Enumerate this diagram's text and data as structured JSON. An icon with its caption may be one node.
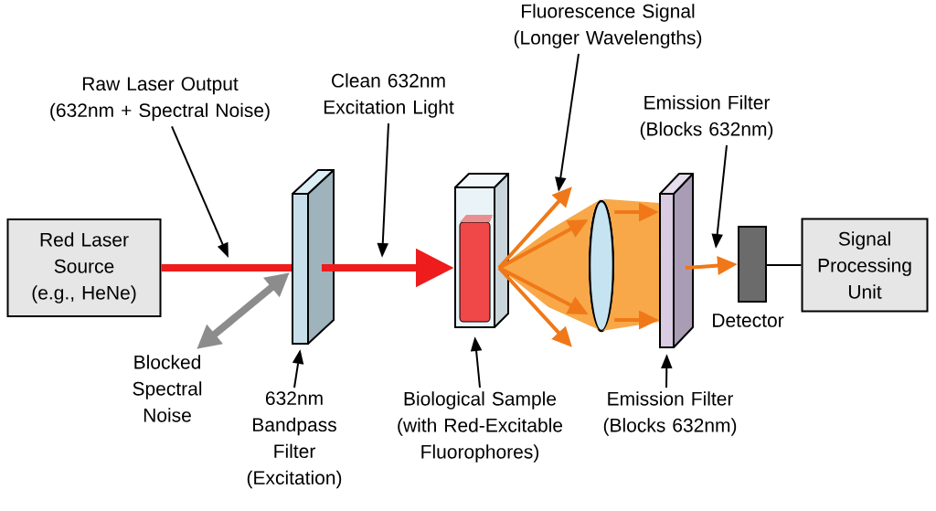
{
  "diagram": {
    "nodes": [
      {
        "text": [
          "Red Laser Source (e.g., HeNe)"
        ]
      },
      {
        "text": [
          "Raw Laser Output (632nm + Spectral Noise)"
        ]
      },
      {
        "text": [
          "Clean 632nm Excitation Light"
        ]
      },
      {
        "text": [
          "Fluorescence Signal (Longer Wavelengths)"
        ]
      },
      {
        "text": [
          "Emission Filter (Blocks 632nm)"
        ]
      },
      {
        "text": [],
        "shape": "box"
      },
      {
        "text": [],
        "shape": "cuvette"
      },
      {
        "text": [],
        "shape": "lens"
      },
      {
        "text": [],
        "shape": "box"
      },
      {
        "text": [],
        "shape": "box",
        "beside": [
          "Detector"
        ]
      },
      {
        "text": [
          "Signal Processing Unit"
        ]
      },
      {
        "text": [
          "Blocked Spectral Noise"
        ]
      },
      {
        "text": [
          "632nm Bandpass Filter (Excitation)"
        ]
      },
      {
        "text": [
          "Biological Sample (with Red-Excitable Fluorophores)"
        ]
      },
      {
        "text": [
          "Emission Filter (Blocks 632nm)"
        ]
      }
    ],
    "edges": [
      {
        "from": 0,
        "to": 5,
        "arrow": "none",
        "style": "thick",
        "color": "#ee1c1c"
      },
      {
        "from": 5,
        "to": 6,
        "arrow": "to",
        "style": "thick",
        "color": "#ee1c1c"
      },
      {
        "from": 5,
        "to": 11,
        "arrow": "both",
        "style": "thick",
        "color": "#8c8c8c"
      },
      {
        "from": 6,
        "to": null,
        "arrow": "to",
        "color": "#f07818"
      },
      {
        "from": 6,
        "to": 7,
        "arrow": "to",
        "color": "#f07818"
      },
      {
        "from": 6,
        "to": null,
        "arrow": "to",
        "color": "#f07818"
      },
      {
        "from": 6,
        "to": 7,
        "arrow": "to",
        "color": "#f07818"
      },
      {
        "from": 7,
        "to": 8,
        "arrow": "to",
        "color": "#f07818"
      },
      {
        "from": 7,
        "to": 8,
        "arrow": "to",
        "color": "#f07818"
      },
      {
        "from": 8,
        "to": 9,
        "arrow": "to",
        "color": "#f07818"
      },
      {
        "from": 9,
        "to": 10,
        "arrow": "none"
      },
      {
        "from": 1,
        "to": null,
        "arrow": "to"
      },
      {
        "from": 2,
        "to": null,
        "arrow": "to"
      },
      {
        "from": 3,
        "to": null,
        "arrow": "to"
      },
      {
        "from": 4,
        "to": null,
        "arrow": "to"
      },
      {
        "from": 12,
        "to": 5,
        "arrow": "to"
      },
      {
        "from": 13,
        "to": 6,
        "arrow": "to"
      },
      {
        "from": 14,
        "to": 8,
        "arrow": "to"
      },
      {
        "from": 6,
        "to": 7,
        "arrow": "none",
        "style": "thick",
        "color": "#f8a848"
      },
      {
        "from": 7,
        "to": 8,
        "arrow": "none",
        "style": "thick",
        "color": "#f8a848"
      }
    ]
  }
}
